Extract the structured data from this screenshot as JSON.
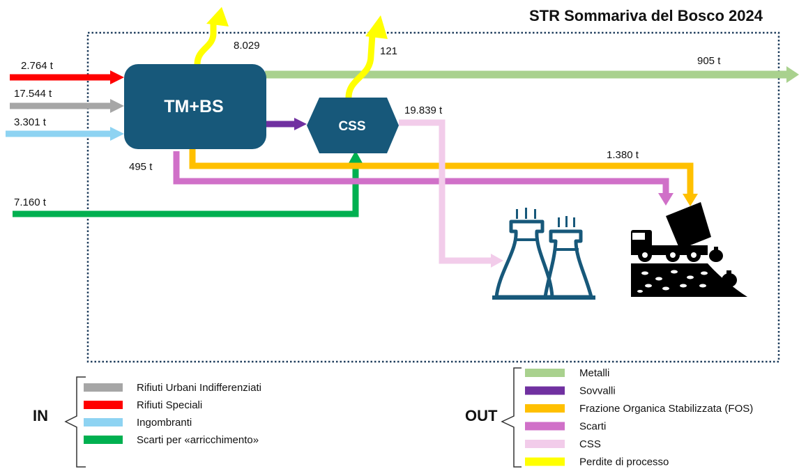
{
  "title": "STR Sommariva del Bosco 2024",
  "nodes": {
    "tmbs": "TM+BS",
    "css": "CSS"
  },
  "flows": {
    "rifiuti_speciali": "2.764 t",
    "rifiuti_urbani": "17.544 t",
    "ingombranti": "3.301 t",
    "arricchimento": "7.160 t",
    "perdite_tmbs": "8.029",
    "perdite_css": "121",
    "metalli": "905 t",
    "css_out": "19.839 t",
    "fos": "1.380 t",
    "scarti": "495 t"
  },
  "legend_in": {
    "heading": "IN",
    "items": [
      {
        "label": "Rifiuti Urbani Indifferenziati",
        "color": "#A6A6A6"
      },
      {
        "label": "Rifiuti Speciali",
        "color": "#FF0000"
      },
      {
        "label": "Ingombranti",
        "color": "#8ED3F2"
      },
      {
        "label": "Scarti per «arricchimento»",
        "color": "#00B050"
      }
    ]
  },
  "legend_out": {
    "heading": "OUT",
    "items": [
      {
        "label": "Metalli",
        "color": "#A9D18E"
      },
      {
        "label": "Sovvalli",
        "color": "#7030A0"
      },
      {
        "label": "Frazione Organica Stabilizzata (FOS)",
        "color": "#FFC000"
      },
      {
        "label": "Scarti",
        "color": "#D070C8"
      },
      {
        "label": "CSS",
        "color": "#F2CCEA"
      },
      {
        "label": "Perdite di processo",
        "color": "#FFFF00"
      }
    ]
  },
  "colors": {
    "node": "#17587A",
    "border": "#1F3D5C",
    "icon": "#17587A"
  }
}
